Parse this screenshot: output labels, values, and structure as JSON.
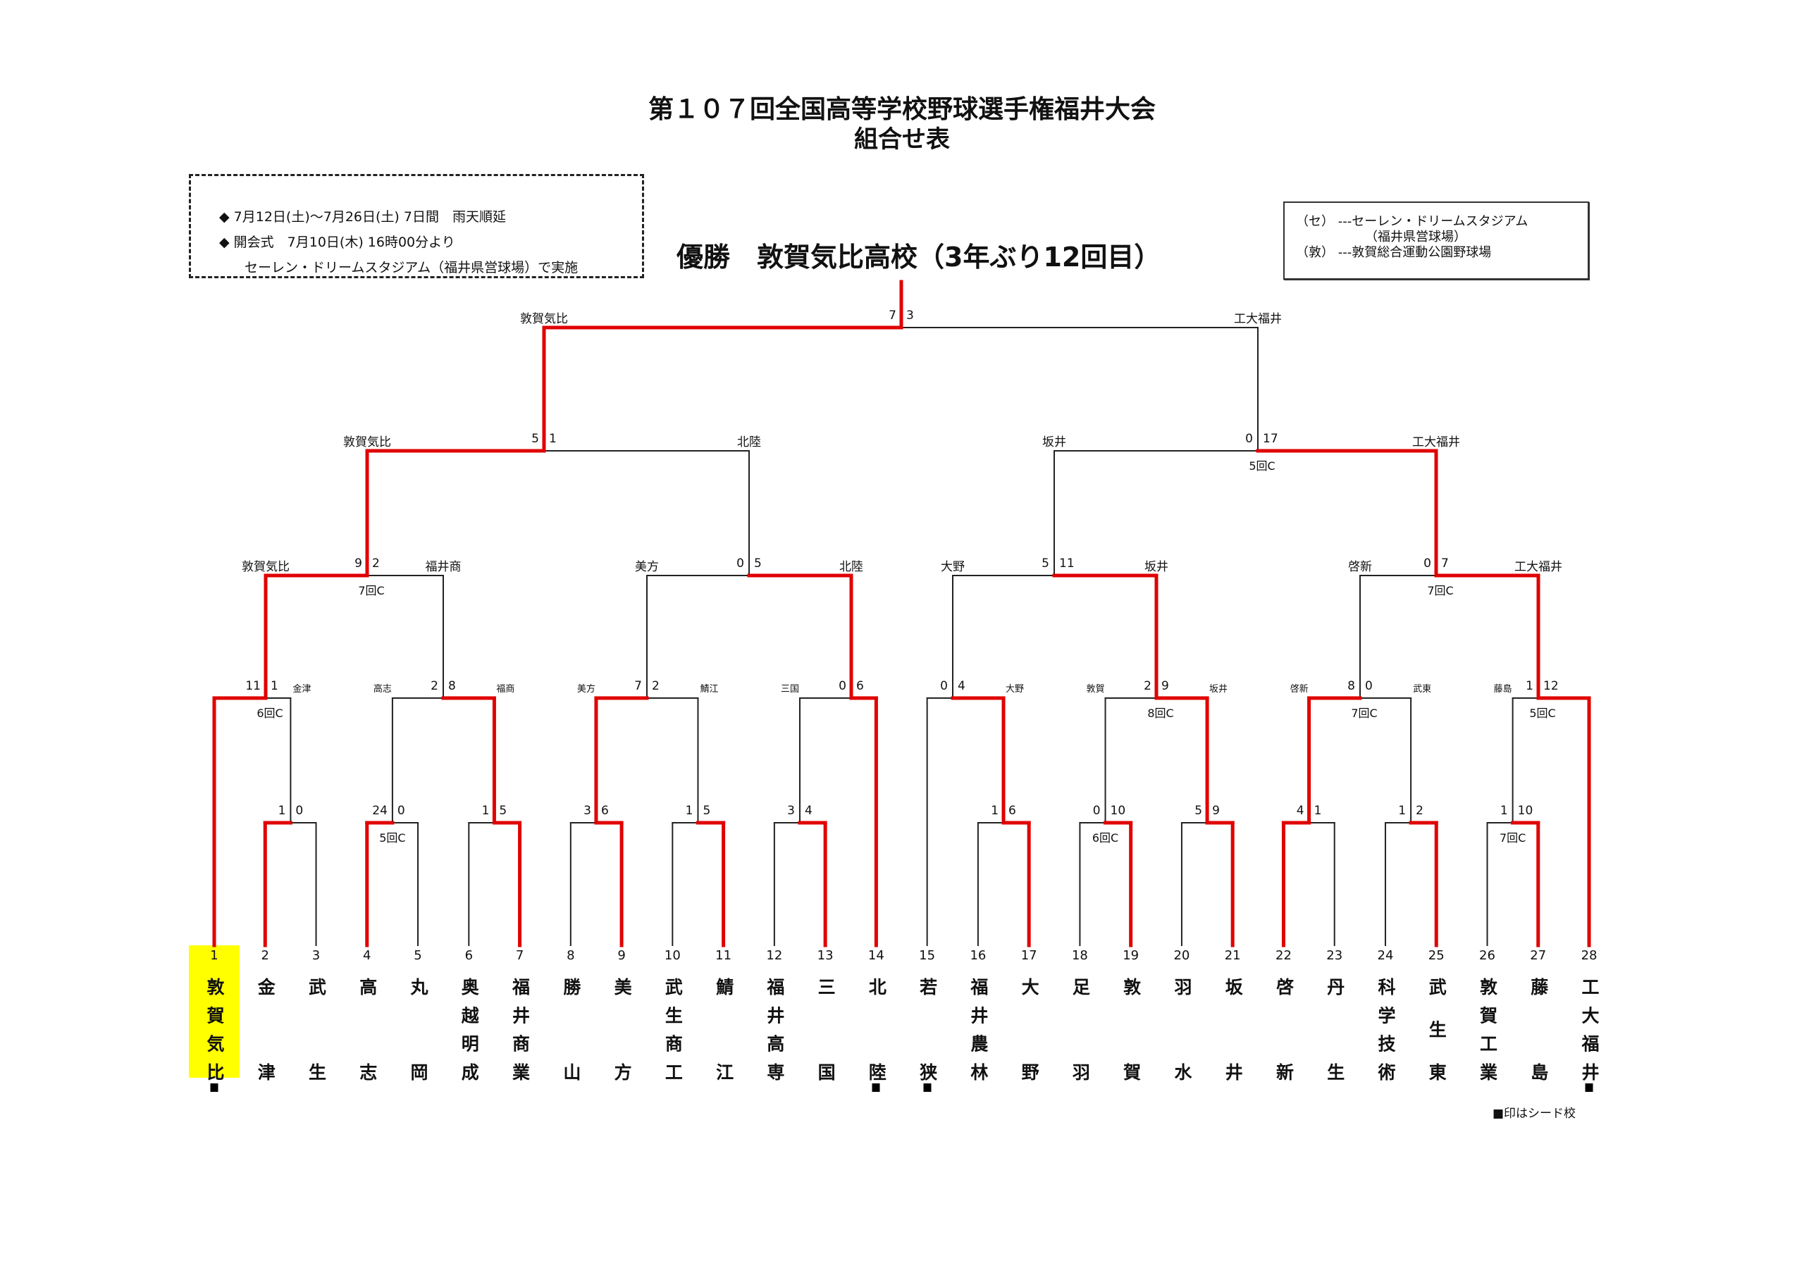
{
  "title": {
    "line1": "第１０７回全国高等学校野球選手権福井大会",
    "line2": "組合せ表"
  },
  "info_box": {
    "items": [
      "◆ 7月12日(土)～7月26日(土)  7日間　雨天順延",
      "◆ 開会式　7月10日(木) 16時00分より",
      "セーレン・ドリームスタジアム（福井県営球場）で実施"
    ]
  },
  "venue_box": {
    "lines": [
      "（セ） ---セーレン・ドリームスタジアム",
      "（福井県営球場）",
      "（敦） ---敦賀総合運動公園野球場"
    ]
  },
  "champion": "優勝　敦賀気比高校（3年ぶり12回目）",
  "colors": {
    "winner_line": "#e00000",
    "loser_line": "#222222",
    "champion_highlight": "#ffff00"
  },
  "seed_mark": "■",
  "seed_legend": "■印はシード校",
  "teams": [
    {
      "no": "1",
      "name": "敦賀気比",
      "seed": true,
      "champion": true
    },
    {
      "no": "2",
      "name": "金津"
    },
    {
      "no": "3",
      "name": "武生"
    },
    {
      "no": "4",
      "name": "高志"
    },
    {
      "no": "5",
      "name": "丸岡"
    },
    {
      "no": "6",
      "name": "奥越明成"
    },
    {
      "no": "7",
      "name": "福井商業"
    },
    {
      "no": "8",
      "name": "勝山"
    },
    {
      "no": "9",
      "name": "美方"
    },
    {
      "no": "10",
      "name": "武生商工"
    },
    {
      "no": "11",
      "name": "鯖江"
    },
    {
      "no": "12",
      "name": "福井高専"
    },
    {
      "no": "13",
      "name": "三国"
    },
    {
      "no": "14",
      "name": "北陸",
      "seed": true
    },
    {
      "no": "15",
      "name": "若狭",
      "seed": true
    },
    {
      "no": "16",
      "name": "福井農林"
    },
    {
      "no": "17",
      "name": "大野"
    },
    {
      "no": "18",
      "name": "足羽"
    },
    {
      "no": "19",
      "name": "敦賀"
    },
    {
      "no": "20",
      "name": "羽水"
    },
    {
      "no": "21",
      "name": "坂井"
    },
    {
      "no": "22",
      "name": "啓新"
    },
    {
      "no": "23",
      "name": "丹生"
    },
    {
      "no": "24",
      "name": "科学技術"
    },
    {
      "no": "25",
      "name": "武生東"
    },
    {
      "no": "26",
      "name": "敦賀工業"
    },
    {
      "no": "27",
      "name": "藤島"
    },
    {
      "no": "28",
      "name": "工大福井",
      "seed": true
    }
  ],
  "matches": [
    {
      "id": "a1",
      "round": 1,
      "left": "t2",
      "right": "t3",
      "score_left": "1",
      "score_right": "0",
      "winner": "left"
    },
    {
      "id": "a2",
      "round": 1,
      "left": "t4",
      "right": "t5",
      "score_left": "24",
      "score_right": "0",
      "winner": "left",
      "note": "5回C"
    },
    {
      "id": "a3",
      "round": 1,
      "left": "t6",
      "right": "t7",
      "score_left": "1",
      "score_right": "5",
      "winner": "right"
    },
    {
      "id": "a4",
      "round": 1,
      "left": "t8",
      "right": "t9",
      "score_left": "3",
      "score_right": "6",
      "winner": "right"
    },
    {
      "id": "a5",
      "round": 1,
      "left": "t10",
      "right": "t11",
      "score_left": "1",
      "score_right": "5",
      "winner": "right"
    },
    {
      "id": "a6",
      "round": 1,
      "left": "t12",
      "right": "t13",
      "score_left": "3",
      "score_right": "4",
      "winner": "right"
    },
    {
      "id": "a7",
      "round": 1,
      "left": "t16",
      "right": "t17",
      "score_left": "1",
      "score_right": "6",
      "winner": "right"
    },
    {
      "id": "a8",
      "round": 1,
      "left": "t18",
      "right": "t19",
      "score_left": "0",
      "score_right": "10",
      "winner": "right",
      "note": "6回C"
    },
    {
      "id": "a9",
      "round": 1,
      "left": "t20",
      "right": "t21",
      "score_left": "5",
      "score_right": "9",
      "winner": "right"
    },
    {
      "id": "a10",
      "round": 1,
      "left": "t22",
      "right": "t23",
      "score_left": "4",
      "score_right": "1",
      "winner": "left"
    },
    {
      "id": "a11",
      "round": 1,
      "left": "t24",
      "right": "t25",
      "score_left": "1",
      "score_right": "2",
      "winner": "right"
    },
    {
      "id": "a12",
      "round": 1,
      "left": "t26",
      "right": "t27",
      "score_left": "1",
      "score_right": "10",
      "winner": "right",
      "note": "7回C"
    },
    {
      "id": "b1",
      "round": 2,
      "left": "t1",
      "right": "a1",
      "score_left": "11",
      "score_right": "1",
      "winner": "left",
      "note": "6回C",
      "label_right": "金津"
    },
    {
      "id": "b2",
      "round": 2,
      "left": "a2",
      "right": "a3",
      "score_left": "2",
      "score_right": "8",
      "winner": "right",
      "label_left": "高志",
      "label_right": "福商"
    },
    {
      "id": "b3",
      "round": 2,
      "left": "a4",
      "right": "a5",
      "score_left": "7",
      "score_right": "2",
      "winner": "left",
      "label_left": "美方",
      "label_right": "鯖江"
    },
    {
      "id": "b4",
      "round": 2,
      "left": "a6",
      "right": "t14",
      "score_left": "0",
      "score_right": "6",
      "winner": "right",
      "label_left": "三国"
    },
    {
      "id": "b5",
      "round": 2,
      "left": "t15",
      "right": "a7",
      "score_left": "0",
      "score_right": "4",
      "winner": "right",
      "label_right": "大野"
    },
    {
      "id": "b6",
      "round": 2,
      "left": "a8",
      "right": "a9",
      "score_left": "2",
      "score_right": "9",
      "winner": "right",
      "note": "8回C",
      "label_left": "敦賀",
      "label_right": "坂井"
    },
    {
      "id": "b7",
      "round": 2,
      "left": "a10",
      "right": "a11",
      "score_left": "8",
      "score_right": "0",
      "winner": "left",
      "note": "7回C",
      "label_left": "啓新",
      "label_right": "武東"
    },
    {
      "id": "b8",
      "round": 2,
      "left": "a12",
      "right": "t28",
      "score_left": "1",
      "score_right": "12",
      "winner": "right",
      "note": "5回C",
      "label_left": "藤島"
    },
    {
      "id": "c1",
      "round": 3,
      "left": "b1",
      "right": "b2",
      "score_left": "9",
      "score_right": "2",
      "winner": "left",
      "note": "7回C",
      "label_left": "敦賀気比",
      "label_right": "福井商"
    },
    {
      "id": "c2",
      "round": 3,
      "left": "b3",
      "right": "b4",
      "score_left": "0",
      "score_right": "5",
      "winner": "right",
      "label_left": "美方",
      "label_right": "北陸"
    },
    {
      "id": "c3",
      "round": 3,
      "left": "b5",
      "right": "b6",
      "score_left": "5",
      "score_right": "11",
      "winner": "right",
      "label_left": "大野",
      "label_right": "坂井"
    },
    {
      "id": "c4",
      "round": 3,
      "left": "b7",
      "right": "b8",
      "score_left": "0",
      "score_right": "7",
      "winner": "right",
      "note": "7回C",
      "label_left": "啓新",
      "label_right": "工大福井"
    },
    {
      "id": "d1",
      "round": 4,
      "left": "c1",
      "right": "c2",
      "score_left": "5",
      "score_right": "1",
      "winner": "left",
      "label_left": "敦賀気比",
      "label_right": "北陸"
    },
    {
      "id": "d2",
      "round": 4,
      "left": "c3",
      "right": "c4",
      "score_left": "0",
      "score_right": "17",
      "winner": "right",
      "note": "5回C",
      "label_left": "坂井",
      "label_right": "工大福井"
    },
    {
      "id": "e1",
      "round": 5,
      "left": "d1",
      "right": "d2",
      "score_left": "7",
      "score_right": "3",
      "winner": "left",
      "label_left": "敦賀気比",
      "label_right": "工大福井"
    }
  ]
}
